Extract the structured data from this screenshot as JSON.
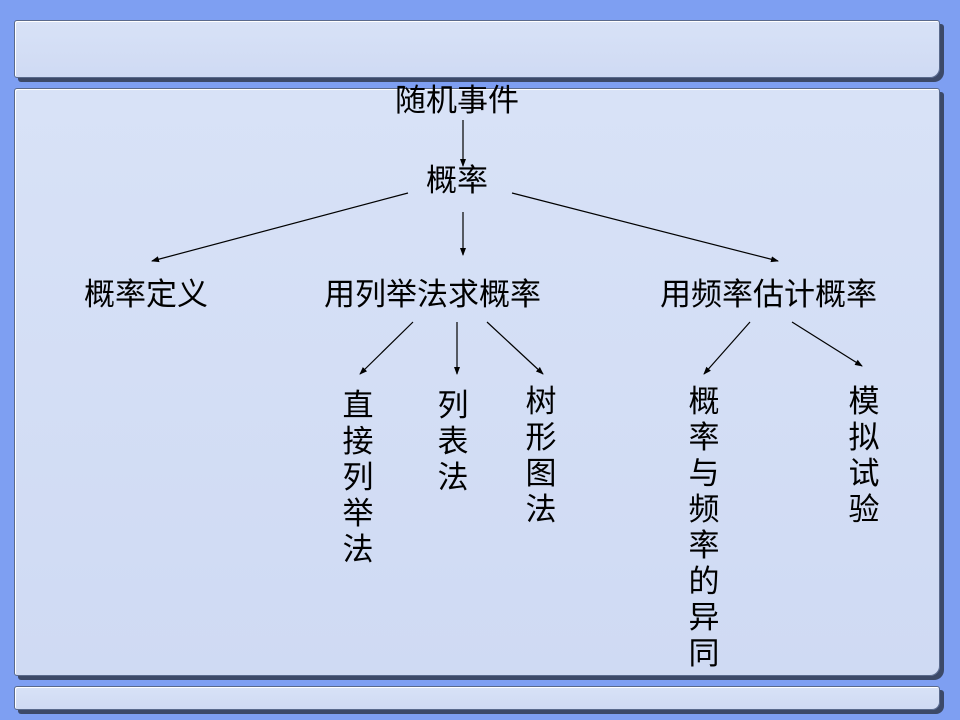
{
  "root": "随机事件",
  "level1": "概率",
  "level2": {
    "definition": "概率定义",
    "enumeration": "用列举法求概率",
    "frequency": "用频率估计概率"
  },
  "level3": {
    "direct": "直接列举法",
    "table": "列表法",
    "tree": "树形图法",
    "compare": "概率与频率的异同",
    "simulation": "模拟试验"
  }
}
